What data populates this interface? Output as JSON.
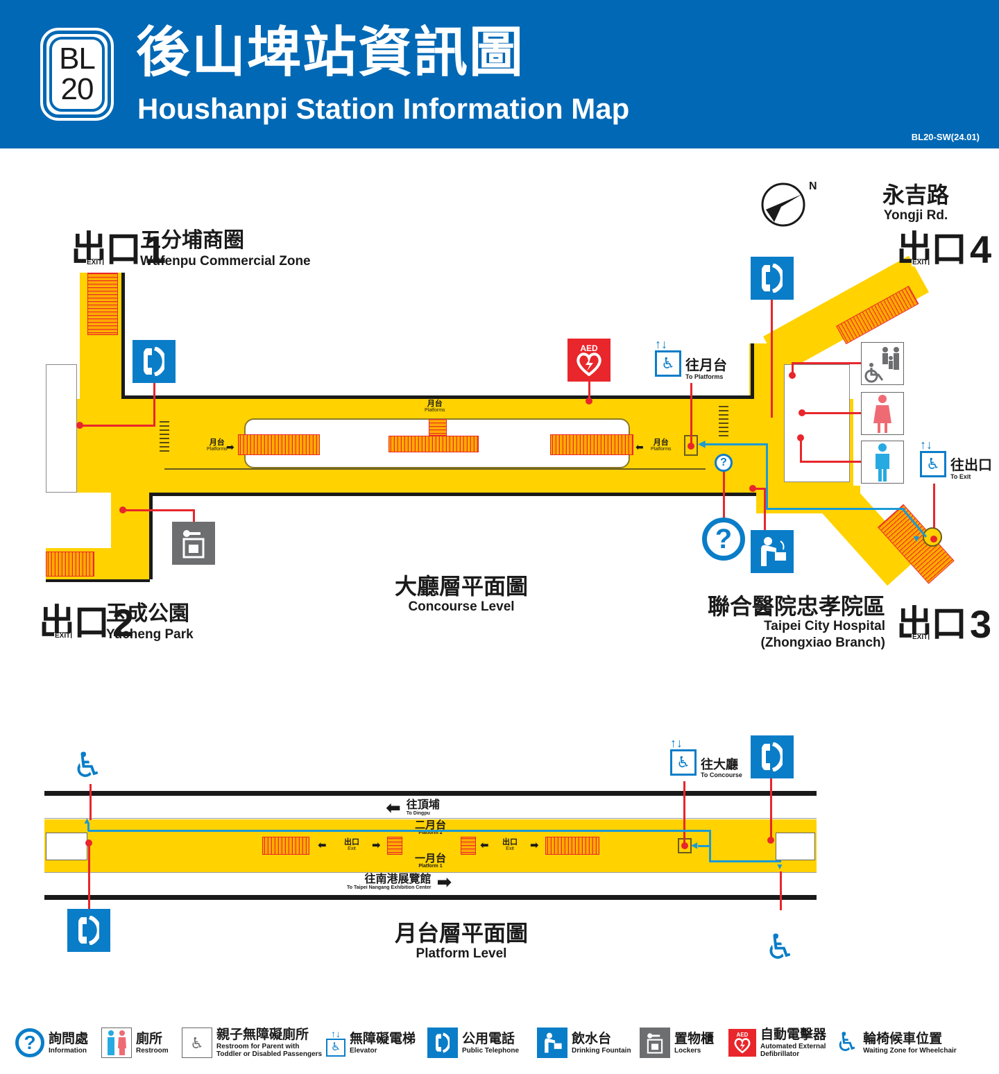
{
  "header": {
    "line_code": "BL",
    "station_number": "20",
    "title_zh": "後山埤站資訊圖",
    "title_en": "Houshanpi Station Information Map",
    "map_code": "BL20-SW(24.01)",
    "background_color": "#0068b5"
  },
  "compass": {
    "label": "N"
  },
  "concourse": {
    "title_zh": "大廳層平面圖",
    "title_en": "Concourse Level",
    "exits": [
      {
        "exit_zh": "出口",
        "exit_tag": "EXIT",
        "number": "1",
        "dest_zh": "五分埔商圈",
        "dest_en": "Wufenpu Commercial Zone"
      },
      {
        "exit_zh": "出口",
        "exit_tag": "EXIT",
        "number": "2",
        "dest_zh": "玉成公園",
        "dest_en": "Yucheng Park"
      },
      {
        "exit_zh": "出口",
        "exit_tag": "EXIT",
        "number": "3",
        "dest_zh": "聯合醫院忠孝院區",
        "dest_en_1": "Taipei City Hospital",
        "dest_en_2": "(Zhongxiao Branch)"
      },
      {
        "exit_zh": "出口",
        "exit_tag": "EXIT",
        "number": "4",
        "dest_zh": "永吉路",
        "dest_en": "Yongji Rd."
      }
    ],
    "platform_stairs": [
      {
        "zh": "月台",
        "en": "Platforms"
      },
      {
        "zh": "月台",
        "en": "Platforms"
      },
      {
        "zh": "月台",
        "en": "Platforms"
      }
    ],
    "elevator_to_platforms": {
      "zh": "往月台",
      "en": "To Platforms"
    },
    "elevator_to_exit": {
      "zh": "往出口",
      "en": "To Exit"
    },
    "aed_label": "AED"
  },
  "platform": {
    "title_zh": "月台層平面圖",
    "title_en": "Platform Level",
    "direction_top": {
      "zh": "往頂埔",
      "en": "To Dingpu"
    },
    "direction_bottom": {
      "zh": "往南港展覽館",
      "en": "To Taipei Nangang Exhibition Center"
    },
    "platform_2": {
      "zh": "二月台",
      "en": "Platform 2"
    },
    "platform_1": {
      "zh": "一月台",
      "en": "Platform 1"
    },
    "exit_signs": [
      {
        "zh": "出口",
        "en": "Exit"
      },
      {
        "zh": "出口",
        "en": "Exit"
      }
    ],
    "elevator_to_concourse": {
      "zh": "往大廳",
      "en": "To Concourse"
    }
  },
  "legend": [
    {
      "icon": "information-icon",
      "zh": "詢問處",
      "en": "Information"
    },
    {
      "icon": "restroom-icon",
      "zh": "廁所",
      "en": "Restroom"
    },
    {
      "icon": "family-accessible-restroom-icon",
      "zh": "親子無障礙廁所",
      "en": "Restroom for Parent with",
      "en2": "Toddler or Disabled Passengers"
    },
    {
      "icon": "elevator-icon",
      "zh": "無障礙電梯",
      "en": "Elevator"
    },
    {
      "icon": "telephone-icon",
      "zh": "公用電話",
      "en": "Public Telephone"
    },
    {
      "icon": "drinking-fountain-icon",
      "zh": "飲水台",
      "en": "Drinking Fountain"
    },
    {
      "icon": "locker-icon",
      "zh": "置物櫃",
      "en": "Lockers"
    },
    {
      "icon": "aed-icon",
      "zh": "自動電擊器",
      "en": "Automated External",
      "en2": "Defibrillator"
    },
    {
      "icon": "wheelchair-icon",
      "zh": "輪椅候車位置",
      "en": "Waiting Zone for Wheelchair"
    }
  ],
  "colors": {
    "brand_blue": "#0068b5",
    "icon_blue": "#0a7dc8",
    "concourse_yellow": "#ffd200",
    "leader_red": "#e8262b",
    "route_blue": "#1a9ad6",
    "locker_gray": "#6d6e70",
    "female_pink": "#ef6b74",
    "male_cyan": "#27a9e1"
  }
}
